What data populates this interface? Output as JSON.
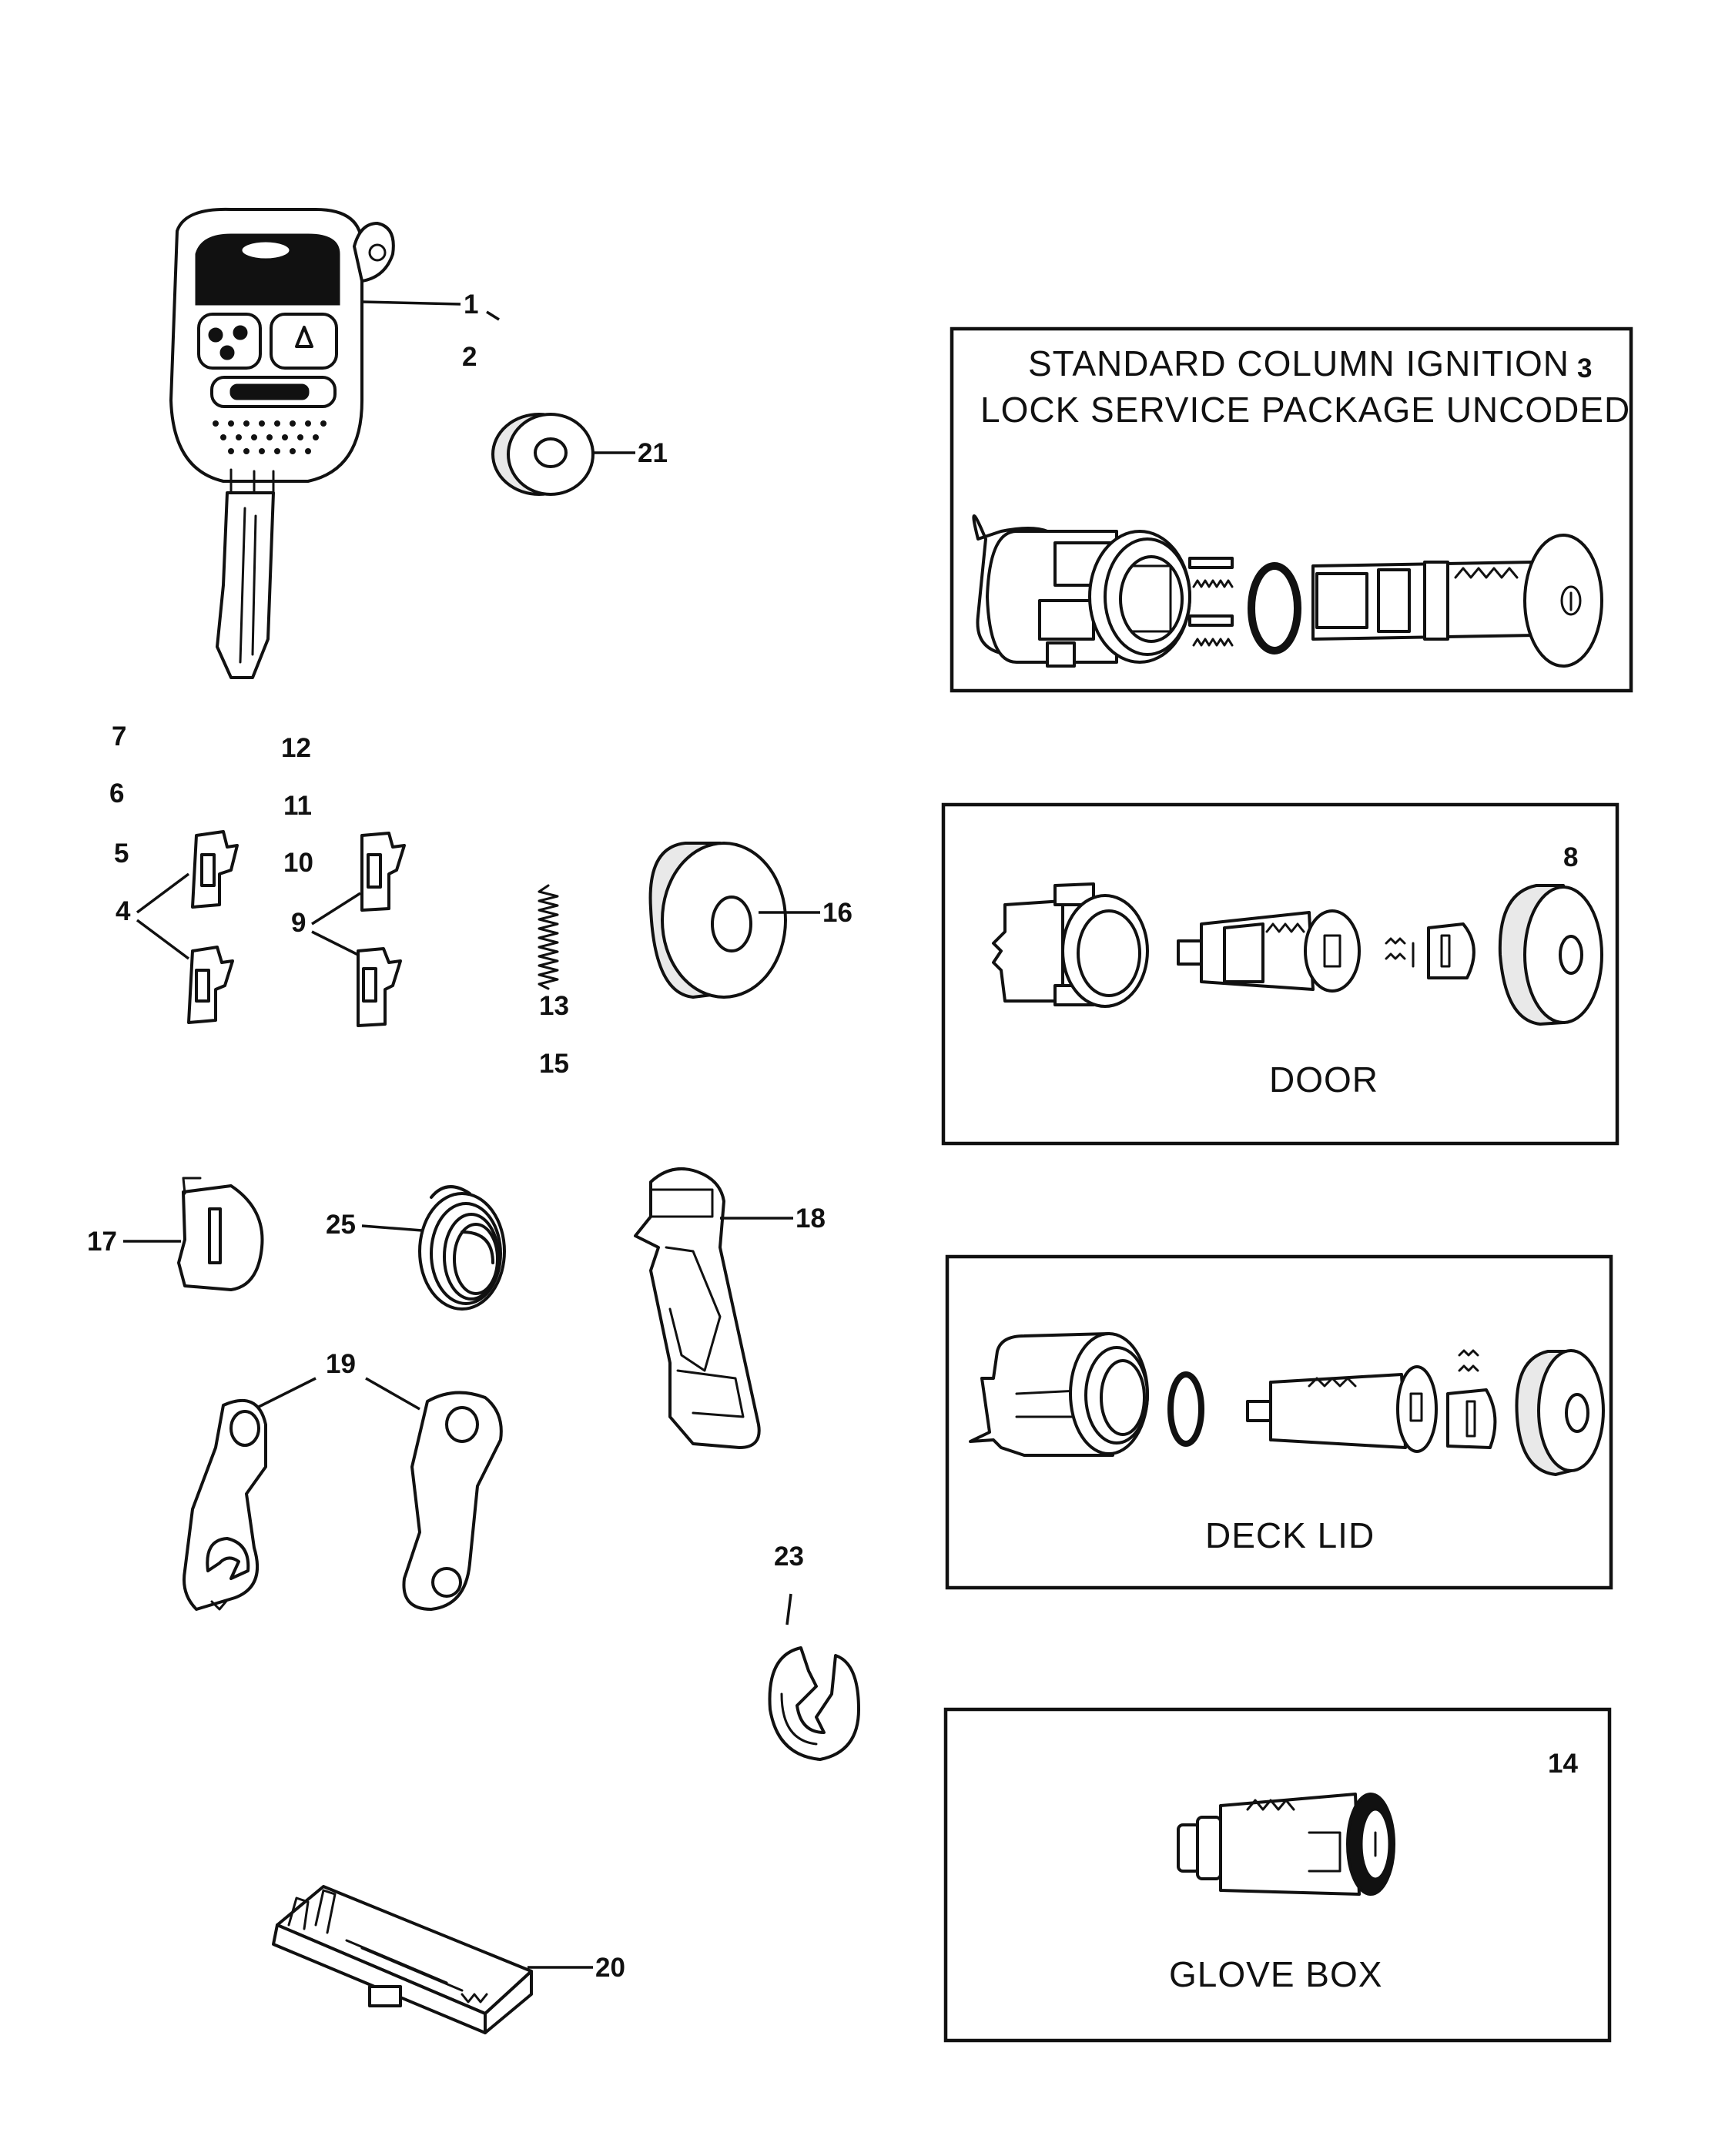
{
  "callouts": {
    "c1": "1",
    "c2": "2",
    "c3": "3",
    "c4": "4",
    "c5": "5",
    "c6": "6",
    "c7": "7",
    "c8": "8",
    "c9": "9",
    "c10": "10",
    "c11": "11",
    "c12": "12",
    "c13": "13",
    "c14": "14",
    "c15": "15",
    "c16": "16",
    "c17": "17",
    "c18": "18",
    "c19": "19",
    "c20": "20",
    "c21": "21",
    "c23": "23",
    "c25": "25"
  },
  "boxes": {
    "ignition": {
      "line1": "STANDARD  COLUMN  IGNITION",
      "line2": "LOCK  SERVICE  PACKAGE  UNCODED"
    },
    "door": {
      "label": "DOOR"
    },
    "deck_lid": {
      "label": "DECK  LID"
    },
    "glove_box": {
      "label": "GLOVE  BOX"
    }
  }
}
